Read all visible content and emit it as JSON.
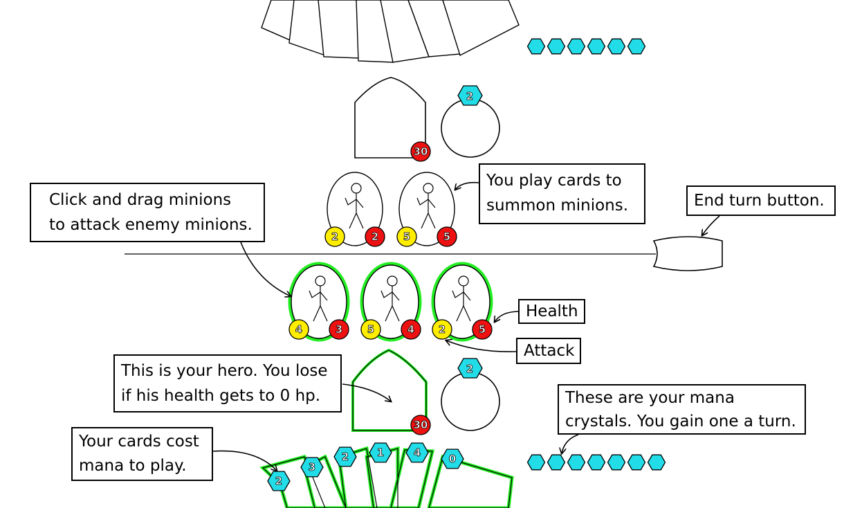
{
  "colors": {
    "mana_crystal": "#22dde8",
    "attack": "#ffee00",
    "health": "#ee1111",
    "playable_outline": "#22ee22",
    "line": "#000000"
  },
  "opponent": {
    "hero_health": "30",
    "hero_power_cost": "2",
    "mana_crystals": 6,
    "minions": [
      {
        "attack": "2",
        "health": "2"
      },
      {
        "attack": "5",
        "health": "5"
      }
    ]
  },
  "player": {
    "hero_health": "30",
    "hero_power_cost": "2",
    "mana_crystals": 7,
    "minions": [
      {
        "attack": "4",
        "health": "3"
      },
      {
        "attack": "5",
        "health": "4"
      },
      {
        "attack": "2",
        "health": "5"
      }
    ],
    "hand_costs": [
      "2",
      "3",
      "2",
      "1",
      "4",
      "0"
    ]
  },
  "callouts": {
    "drag_minions": [
      "Click and drag minions",
      "to attack enemy minions."
    ],
    "play_cards": [
      "You play cards to",
      "summon minions."
    ],
    "end_turn": [
      "End turn button."
    ],
    "health": [
      "Health"
    ],
    "attack": [
      "Attack"
    ],
    "hero": [
      "This is your hero. You lose",
      "if his health gets to 0 hp."
    ],
    "mana_crystals": [
      "These are your mana",
      "crystals. You gain one a turn."
    ],
    "card_cost": [
      "Your cards cost",
      "mana to play."
    ]
  }
}
